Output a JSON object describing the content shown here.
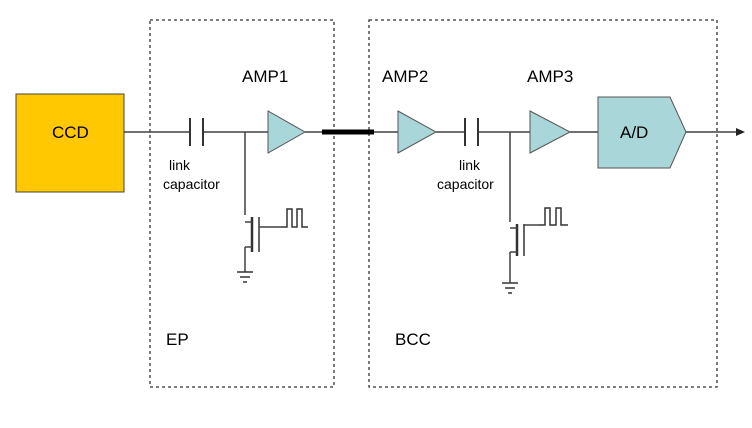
{
  "blocks": {
    "ccd": {
      "label": "CCD",
      "color": "#FFC800"
    },
    "ad": {
      "label": "A/D",
      "color": "#A9D6D8"
    }
  },
  "amplifiers": [
    {
      "label": "AMP1"
    },
    {
      "label": "AMP2"
    },
    {
      "label": "AMP3"
    }
  ],
  "link_capacitor_label": {
    "line1": "link",
    "line2": "capacitor"
  },
  "regions": {
    "ep": {
      "label": "EP"
    },
    "bcc": {
      "label": "BCC"
    }
  },
  "colors": {
    "amplifier_fill": "#A9D6D8",
    "wire": "#404040",
    "link_cable": "#000000"
  }
}
